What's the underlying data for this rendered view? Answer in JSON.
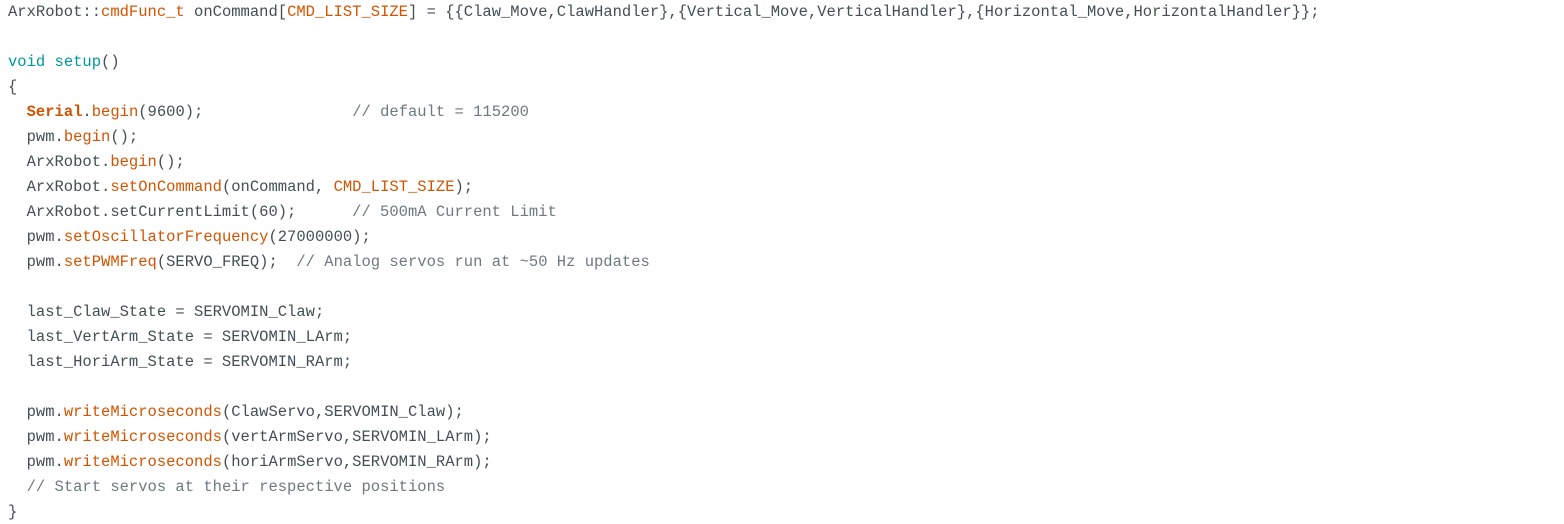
{
  "editor": {
    "colors": {
      "plain": "#434f54",
      "type_keyword": "#00979c",
      "function": "#d35400",
      "comment": "#6d7a7f",
      "background": "#ffffff"
    },
    "lines": [
      [
        {
          "t": "ArxRobot::",
          "c": "plain"
        },
        {
          "t": "cmdFunc_t",
          "c": "function"
        },
        {
          "t": " onCommand[",
          "c": "plain"
        },
        {
          "t": "CMD_LIST_SIZE",
          "c": "function"
        },
        {
          "t": "] = {{Claw_Move,ClawHandler},{Vertical_Move,VerticalHandler},{Horizontal_Move,HorizontalHandler}};",
          "c": "plain"
        }
      ],
      [],
      [
        {
          "t": "void",
          "c": "type_keyword"
        },
        {
          "t": " ",
          "c": "plain"
        },
        {
          "t": "setup",
          "c": "type_keyword"
        },
        {
          "t": "()",
          "c": "plain"
        }
      ],
      [
        {
          "t": "{",
          "c": "plain"
        }
      ],
      [
        {
          "t": "  ",
          "c": "plain"
        },
        {
          "t": "Serial",
          "c": "class"
        },
        {
          "t": ".",
          "c": "plain"
        },
        {
          "t": "begin",
          "c": "function"
        },
        {
          "t": "(9600);                ",
          "c": "plain"
        },
        {
          "t": "// default = 115200",
          "c": "comment"
        }
      ],
      [
        {
          "t": "  pwm.",
          "c": "plain"
        },
        {
          "t": "begin",
          "c": "function"
        },
        {
          "t": "();",
          "c": "plain"
        }
      ],
      [
        {
          "t": "  ArxRobot.",
          "c": "plain"
        },
        {
          "t": "begin",
          "c": "function"
        },
        {
          "t": "();",
          "c": "plain"
        }
      ],
      [
        {
          "t": "  ArxRobot.",
          "c": "plain"
        },
        {
          "t": "setOnCommand",
          "c": "function"
        },
        {
          "t": "(onCommand, ",
          "c": "plain"
        },
        {
          "t": "CMD_LIST_SIZE",
          "c": "function"
        },
        {
          "t": ");",
          "c": "plain"
        }
      ],
      [
        {
          "t": "  ArxRobot.setCurrentLimit(60);      ",
          "c": "plain"
        },
        {
          "t": "// 500mA Current Limit",
          "c": "comment"
        }
      ],
      [
        {
          "t": "  pwm.",
          "c": "plain"
        },
        {
          "t": "setOscillatorFrequency",
          "c": "function"
        },
        {
          "t": "(27000000);",
          "c": "plain"
        }
      ],
      [
        {
          "t": "  pwm.",
          "c": "plain"
        },
        {
          "t": "setPWMFreq",
          "c": "function"
        },
        {
          "t": "(SERVO_FREQ);  ",
          "c": "plain"
        },
        {
          "t": "// Analog servos run at ~50 Hz updates",
          "c": "comment"
        }
      ],
      [],
      [
        {
          "t": "  last_Claw_State = SERVOMIN_Claw;",
          "c": "plain"
        }
      ],
      [
        {
          "t": "  last_VertArm_State = SERVOMIN_LArm;",
          "c": "plain"
        }
      ],
      [
        {
          "t": "  last_HoriArm_State = SERVOMIN_RArm;",
          "c": "plain"
        }
      ],
      [],
      [
        {
          "t": "  pwm.",
          "c": "plain"
        },
        {
          "t": "writeMicroseconds",
          "c": "function"
        },
        {
          "t": "(ClawServo,SERVOMIN_Claw);",
          "c": "plain"
        }
      ],
      [
        {
          "t": "  pwm.",
          "c": "plain"
        },
        {
          "t": "writeMicroseconds",
          "c": "function"
        },
        {
          "t": "(vertArmServo,SERVOMIN_LArm);",
          "c": "plain"
        }
      ],
      [
        {
          "t": "  pwm.",
          "c": "plain"
        },
        {
          "t": "writeMicroseconds",
          "c": "function"
        },
        {
          "t": "(horiArmServo,SERVOMIN_RArm);",
          "c": "plain"
        }
      ],
      [
        {
          "t": "  ",
          "c": "plain"
        },
        {
          "t": "// Start servos at their respective positions",
          "c": "comment"
        }
      ],
      [
        {
          "t": "}",
          "c": "plain"
        }
      ]
    ]
  }
}
